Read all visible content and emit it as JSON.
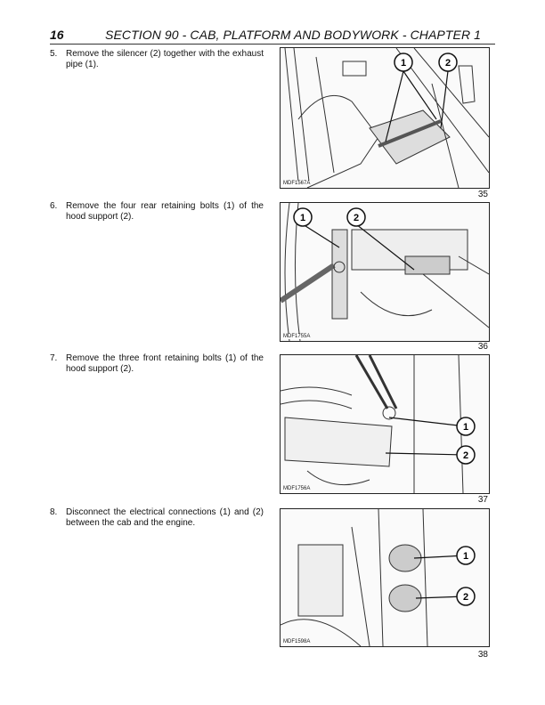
{
  "header": {
    "page_number": "16",
    "title": "SECTION 90 - CAB, PLATFORM AND BODYWORK - CHAPTER 1"
  },
  "steps": [
    {
      "num": "5.",
      "text": "Remove the silencer (2) together with the exhaust pipe (1).",
      "figure_code": "MDF1567A",
      "figure_number": "35",
      "callouts": [
        "1",
        "2"
      ]
    },
    {
      "num": "6.",
      "text": "Remove the four rear retaining bolts (1) of the hood support (2).",
      "figure_code": "MDF1755A",
      "figure_number": "36",
      "callouts": [
        "1",
        "2"
      ]
    },
    {
      "num": "7.",
      "text": "Remove the three front retaining bolts (1) of the hood support (2).",
      "figure_code": "MDF1756A",
      "figure_number": "37",
      "callouts": [
        "1",
        "2"
      ]
    },
    {
      "num": "8.",
      "text": "Disconnect the electrical connections (1) and (2) between the cab and the engine.",
      "figure_code": "MDF1598A",
      "figure_number": "38",
      "callouts": [
        "1",
        "2"
      ]
    }
  ]
}
